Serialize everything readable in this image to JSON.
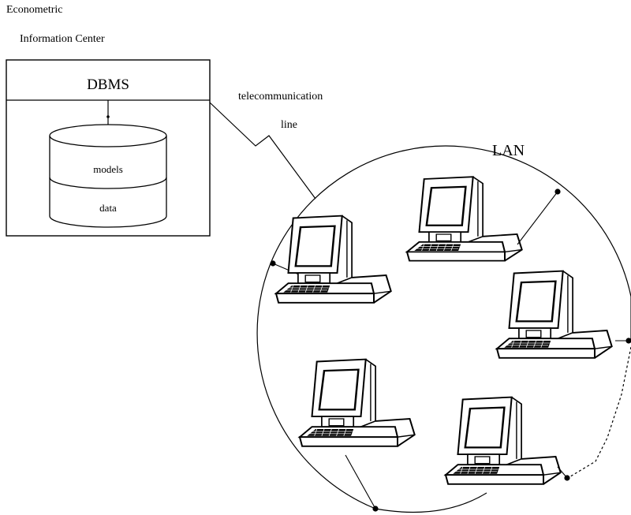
{
  "center": {
    "title_line1": "Econometric",
    "title_line2": "Information Center",
    "dbms_label": "DBMS",
    "db_layers": {
      "models": "models",
      "data": "data"
    }
  },
  "link": {
    "label_line1": "telecommunication",
    "label_line2": "line"
  },
  "network": {
    "label": "LAN",
    "laptop_count": 5,
    "icons": {
      "laptop": "laptop-computer-icon",
      "node": "network-node-icon",
      "database": "database-cylinder-icon"
    }
  }
}
